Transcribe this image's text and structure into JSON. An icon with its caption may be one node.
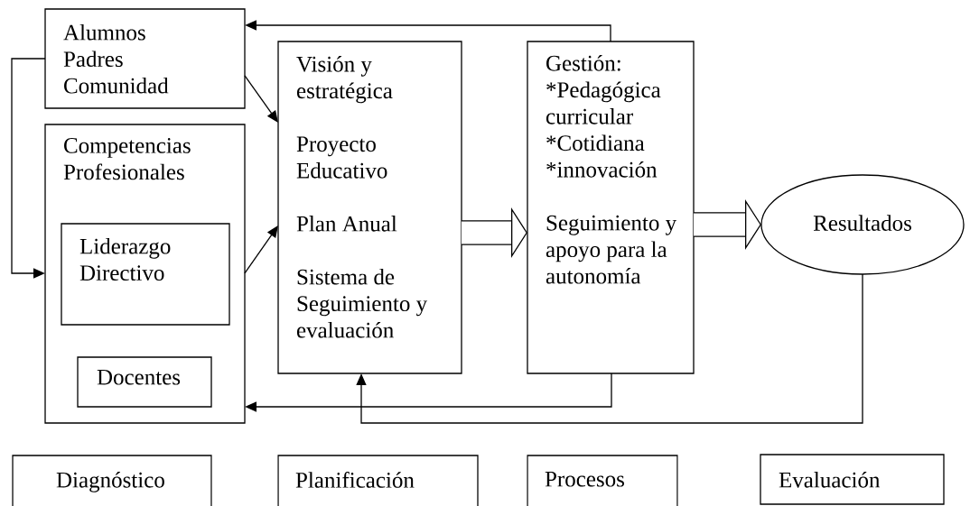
{
  "diagram": {
    "nodes": [
      {
        "text": [
          "Alumnos",
          "Padres",
          "Comunidad"
        ]
      },
      {
        "text": [
          "Competencias Profesionales"
        ]
      },
      {
        "text": [
          "Liderazgo Directivo"
        ],
        "in": 1
      },
      {
        "text": [
          "Docentes"
        ],
        "in": 1
      },
      {
        "text": [
          "Visión y estratégica",
          "Proyecto Educativo",
          "Plan Anual",
          "Sistema de Seguimiento y evaluación"
        ]
      },
      {
        "text": [
          "Gestión:",
          "*Pedagógica curricular",
          "*Cotidiana",
          "*innovación",
          "Seguimiento y apoyo para la autonomía"
        ]
      },
      {
        "text": [
          "Resultados"
        ]
      },
      {
        "text": [
          "Diagnóstico"
        ]
      },
      {
        "text": [
          "Planificación"
        ]
      },
      {
        "text": [
          "Procesos"
        ]
      },
      {
        "text": [
          "Evaluación"
        ]
      }
    ],
    "edges": [
      {
        "from": 5,
        "to": 0,
        "arrow": "to"
      },
      {
        "from": 0,
        "to": 1,
        "arrow": "to"
      },
      {
        "from": 0,
        "to": 4,
        "arrow": "to"
      },
      {
        "from": 1,
        "to": 4,
        "arrow": "to"
      },
      {
        "from": 4,
        "to": 5,
        "arrow": "to",
        "style": "thick"
      },
      {
        "from": 5,
        "to": 6,
        "arrow": "to",
        "style": "thick"
      },
      {
        "from": 5,
        "to": 1,
        "arrow": "to"
      },
      {
        "from": 6,
        "to": 4,
        "arrow": "to"
      }
    ]
  }
}
